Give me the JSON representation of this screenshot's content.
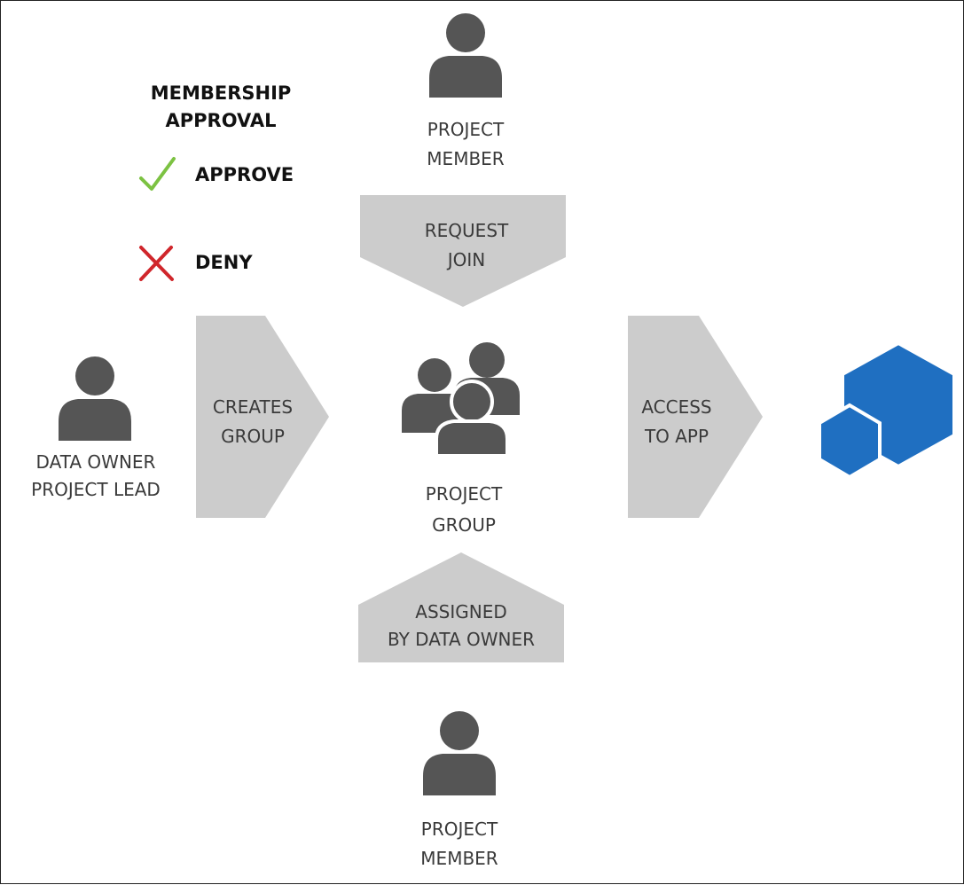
{
  "colors": {
    "person": "#555555",
    "arrow": "#cccccc",
    "text": "#3a3a3a",
    "heading": "#111111",
    "approve": "#7cc242",
    "deny": "#d0262b",
    "app": "#1f6fc1"
  },
  "legend": {
    "title_line1": "MEMBERSHIP",
    "title_line2": "APPROVAL",
    "approve_label": "APPROVE",
    "approve_icon": "check-icon",
    "deny_label": "DENY",
    "deny_icon": "cross-icon"
  },
  "nodes": {
    "top_member": {
      "icon": "person-icon",
      "line1": "PROJECT",
      "line2": "MEMBER"
    },
    "lead": {
      "icon": "person-icon",
      "line1": "DATA OWNER",
      "line2": "PROJECT LEAD"
    },
    "group": {
      "icon": "people-group-icon",
      "line1": "PROJECT",
      "line2": "GROUP"
    },
    "bottom_member": {
      "icon": "person-icon",
      "line1": "PROJECT",
      "line2": "MEMBER"
    },
    "app": {
      "icon": "app-hexagon-icon"
    }
  },
  "arrows": {
    "request": {
      "line1": "REQUEST",
      "line2": "JOIN"
    },
    "creates": {
      "line1": "CREATES",
      "line2": "GROUP"
    },
    "access": {
      "line1": "ACCESS",
      "line2": "TO APP"
    },
    "assigned": {
      "line1": "ASSIGNED",
      "line2": "BY DATA OWNER"
    }
  }
}
